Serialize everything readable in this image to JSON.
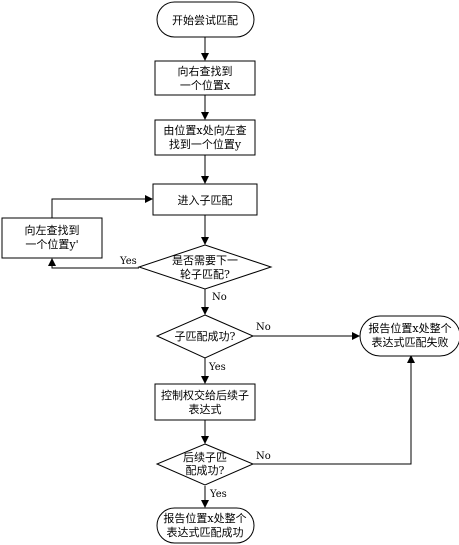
{
  "diagram": {
    "nodes": {
      "start": {
        "lines": [
          "开始尝试匹配"
        ]
      },
      "find_x": {
        "lines": [
          "向右查找到",
          "一个位置x"
        ]
      },
      "find_y": {
        "lines": [
          "由位置x处向左查",
          "找到一个位置y"
        ]
      },
      "enter_sub": {
        "lines": [
          "进入子匹配"
        ]
      },
      "find_y2": {
        "lines": [
          "向左查找到",
          "一个位置y'"
        ]
      },
      "need_next": {
        "lines": [
          "是否需要下一",
          "轮子匹配?"
        ]
      },
      "sub_ok": {
        "lines": [
          "子匹配成功?"
        ]
      },
      "fail": {
        "lines": [
          "报告位置x处整个",
          "表达式匹配失败"
        ]
      },
      "handoff": {
        "lines": [
          "控制权交给后续子",
          "表达式"
        ]
      },
      "next_ok": {
        "lines": [
          "后续子匹",
          "配成功?"
        ]
      },
      "success": {
        "lines": [
          "报告位置x处整个",
          "表达式匹配成功"
        ]
      }
    },
    "edge_labels": {
      "need_yes": "Yes",
      "need_no": "No",
      "sub_no": "No",
      "sub_yes": "Yes",
      "next_no": "No",
      "next_yes": "Yes"
    }
  }
}
